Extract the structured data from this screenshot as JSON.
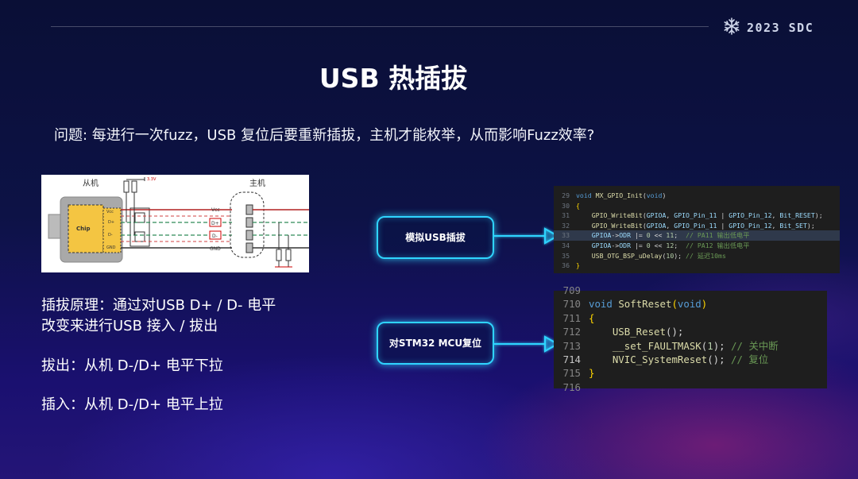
{
  "brand": {
    "text": "2023 SDC",
    "icon": "snowflake-icon"
  },
  "slide": {
    "title": "USB 热插拔",
    "question": "问题: 每进行一次fuzz，USB 复位后要重新插拔，主机才能枚举，从而影响Fuzz效率?"
  },
  "diagram": {
    "slave_label": "从机",
    "host_label": "主机",
    "chip_label": "Chip",
    "voltage_label": "3.3V",
    "pins_slave": [
      "Vcc",
      "D+",
      "D-",
      "GND"
    ],
    "pins_host": [
      "Vcc",
      "D+",
      "D-",
      "GND"
    ]
  },
  "principle": {
    "line1": "插拔原理：通过对USB D+ / D- 电平",
    "line2": "改变来进行USB 接入 / 拔出",
    "unplug": "拔出：从机 D-/D+ 电平下拉",
    "plug": "插入：从机 D-/D+ 电平上拉"
  },
  "boxes": {
    "simulate_usb_plug": "模拟USB插拔",
    "reset_mcu": "对STM32 MCU复位"
  },
  "code1": {
    "lines": [
      {
        "n": "29",
        "parts": [
          [
            "kw",
            "void "
          ],
          [
            "fn",
            "MX_GPIO_Init"
          ],
          [
            "op",
            "("
          ],
          [
            "kw",
            "void"
          ],
          [
            "op",
            ")"
          ]
        ]
      },
      {
        "n": "30",
        "parts": [
          [
            "br",
            "{"
          ]
        ]
      },
      {
        "n": "31",
        "parts": [
          [
            "plain",
            "    "
          ],
          [
            "fn",
            "GPIO_WriteBit"
          ],
          [
            "op",
            "("
          ],
          [
            "const",
            "GPIOA"
          ],
          [
            "op",
            ", "
          ],
          [
            "const",
            "GPIO_Pin_11"
          ],
          [
            "op",
            " | "
          ],
          [
            "const",
            "GPIO_Pin_12"
          ],
          [
            "op",
            ", "
          ],
          [
            "const",
            "Bit_RESET"
          ],
          [
            "op",
            ");"
          ]
        ]
      },
      {
        "n": "32",
        "parts": [
          [
            "plain",
            "    "
          ],
          [
            "fn",
            "GPIO_WriteBit"
          ],
          [
            "op",
            "("
          ],
          [
            "const",
            "GPIOA"
          ],
          [
            "op",
            ", "
          ],
          [
            "const",
            "GPIO_Pin_11"
          ],
          [
            "op",
            " | "
          ],
          [
            "const",
            "GPIO_Pin_12"
          ],
          [
            "op",
            ", "
          ],
          [
            "const",
            "Bit_SET"
          ],
          [
            "op",
            ");"
          ]
        ]
      },
      {
        "n": "33",
        "parts": [
          [
            "plain",
            "    "
          ],
          [
            "const",
            "GPIOA"
          ],
          [
            "op",
            "->"
          ],
          [
            "const",
            "ODR"
          ],
          [
            "op",
            " |= "
          ],
          [
            "num",
            "0"
          ],
          [
            "op",
            " << "
          ],
          [
            "num",
            "11"
          ],
          [
            "op",
            ";  "
          ],
          [
            "cm",
            "// PA11 输出低电平"
          ]
        ]
      },
      {
        "n": "34",
        "parts": [
          [
            "plain",
            "    "
          ],
          [
            "const",
            "GPIOA"
          ],
          [
            "op",
            "->"
          ],
          [
            "const",
            "ODR"
          ],
          [
            "op",
            " |= "
          ],
          [
            "num",
            "0"
          ],
          [
            "op",
            " << "
          ],
          [
            "num",
            "12"
          ],
          [
            "op",
            ";  "
          ],
          [
            "cm",
            "// PA12 输出低电平"
          ]
        ]
      },
      {
        "n": "35",
        "parts": [
          [
            "plain",
            "    "
          ],
          [
            "fn",
            "USB_OTG_BSP_uDelay"
          ],
          [
            "op",
            "("
          ],
          [
            "num",
            "10"
          ],
          [
            "op",
            ");"
          ],
          [
            "cm",
            " // 延迟10ms"
          ]
        ]
      },
      {
        "n": "36",
        "parts": [
          [
            "br",
            "}"
          ]
        ]
      }
    ]
  },
  "code2": {
    "lines": [
      {
        "n": "709",
        "parts": []
      },
      {
        "n": "710",
        "parts": [
          [
            "kw",
            "void "
          ],
          [
            "fn",
            "SoftReset"
          ],
          [
            "br",
            "("
          ],
          [
            "kw",
            "void"
          ],
          [
            "br",
            ")"
          ]
        ]
      },
      {
        "n": "711",
        "parts": [
          [
            "br",
            "{"
          ]
        ]
      },
      {
        "n": "712",
        "parts": [
          [
            "plain",
            "    "
          ],
          [
            "fn",
            "USB_Reset"
          ],
          [
            "op",
            "();"
          ]
        ]
      },
      {
        "n": "713",
        "parts": [
          [
            "plain",
            "    "
          ],
          [
            "fn",
            "__set_FAULTMASK"
          ],
          [
            "op",
            "("
          ],
          [
            "num",
            "1"
          ],
          [
            "op",
            "); "
          ],
          [
            "cm",
            "// 关中断"
          ]
        ]
      },
      {
        "n": "714",
        "parts": [
          [
            "plain",
            "    "
          ],
          [
            "fn",
            "NVIC_SystemReset"
          ],
          [
            "op",
            "(); "
          ],
          [
            "cm",
            "// 复位"
          ]
        ],
        "active": true
      },
      {
        "n": "715",
        "parts": [
          [
            "br",
            "}"
          ]
        ]
      },
      {
        "n": "716",
        "parts": []
      }
    ]
  }
}
